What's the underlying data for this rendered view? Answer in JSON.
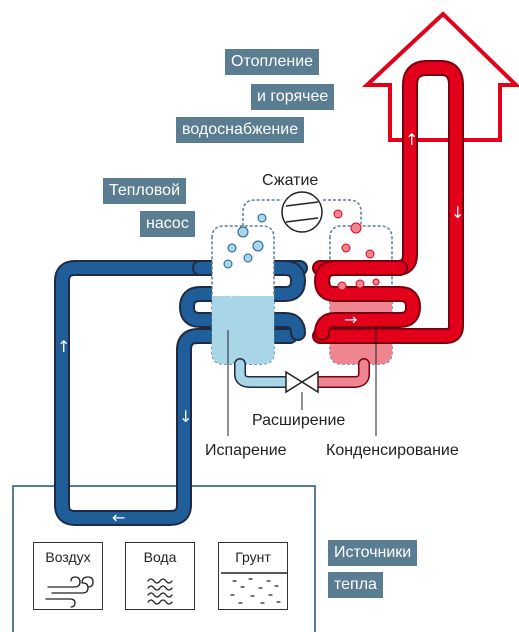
{
  "colors": {
    "hot": "#e2001a",
    "cold": "#1f5e99",
    "liquid_cold": "#a8d6e6",
    "liquid_hot": "#ef8590",
    "label_bg": "#5b7d92",
    "outline": "#5b7d92"
  },
  "labels": {
    "heating_1": "Отопление",
    "heating_2": "и горячее",
    "heating_3": "водоснабжение",
    "heatpump_1": "Тепловой",
    "heatpump_2": "насос",
    "compression": "Сжатие",
    "expansion": "Расширение",
    "evaporation": "Испарение",
    "condensation": "Конденсирование",
    "sources_1": "Источники",
    "sources_2": "тепла"
  },
  "sources": [
    {
      "label": "Воздух",
      "icon": "wind-icon"
    },
    {
      "label": "Вода",
      "icon": "waves-icon"
    },
    {
      "label": "Грунт",
      "icon": "soil-icon"
    }
  ],
  "arrows": {
    "up": "↑",
    "down": "↓",
    "left": "←",
    "right": "→"
  }
}
